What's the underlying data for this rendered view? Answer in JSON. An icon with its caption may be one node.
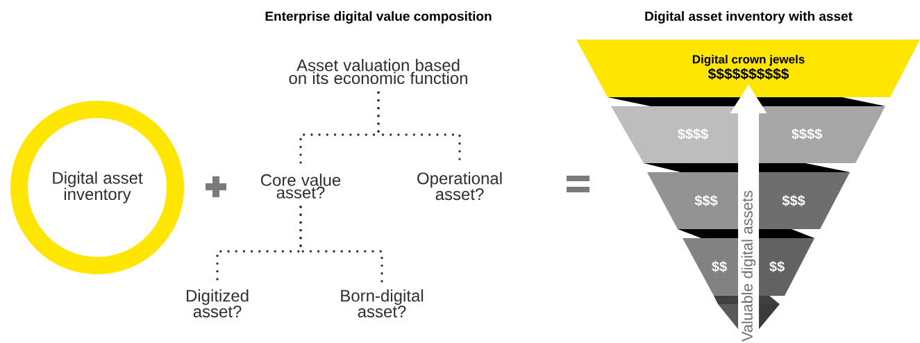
{
  "diagram": {
    "nodes": [
      {
        "text": [
          "Digital asset inventory"
        ]
      },
      {
        "text": [
          "Asset valuation based on its economic function"
        ]
      },
      {
        "text": [
          "Core value asset?"
        ]
      },
      {
        "text": [
          "Operational asset?"
        ]
      },
      {
        "text": [
          "Digitized asset?"
        ]
      },
      {
        "text": [
          "Born-digital asset?"
        ]
      },
      {
        "text": [
          "Digital crown jewels",
          "$$$$$$$$$$"
        ]
      },
      {
        "text": [
          "$$$$"
        ]
      },
      {
        "text": [
          "$$$$"
        ]
      },
      {
        "text": [
          "$$$"
        ]
      },
      {
        "text": [
          "$$$"
        ]
      },
      {
        "text": [
          "$$"
        ]
      },
      {
        "text": [
          "$$"
        ]
      }
    ],
    "edges": [
      {
        "from": 1,
        "to": 2,
        "arrow": "none",
        "style": "dashed"
      },
      {
        "from": 1,
        "to": 3,
        "arrow": "none",
        "style": "dashed"
      },
      {
        "from": 2,
        "to": 4,
        "arrow": "none",
        "style": "dashed"
      },
      {
        "from": 2,
        "to": 5,
        "arrow": "none",
        "style": "dashed"
      },
      {
        "from": null,
        "to": 6,
        "arrow": "to",
        "label": "Valuable digital assets",
        "style": "thick",
        "color": "#ffffff"
      }
    ],
    "labels": [
      "Enterprise digital value composition",
      "Digital asset inventory with asset"
    ]
  }
}
